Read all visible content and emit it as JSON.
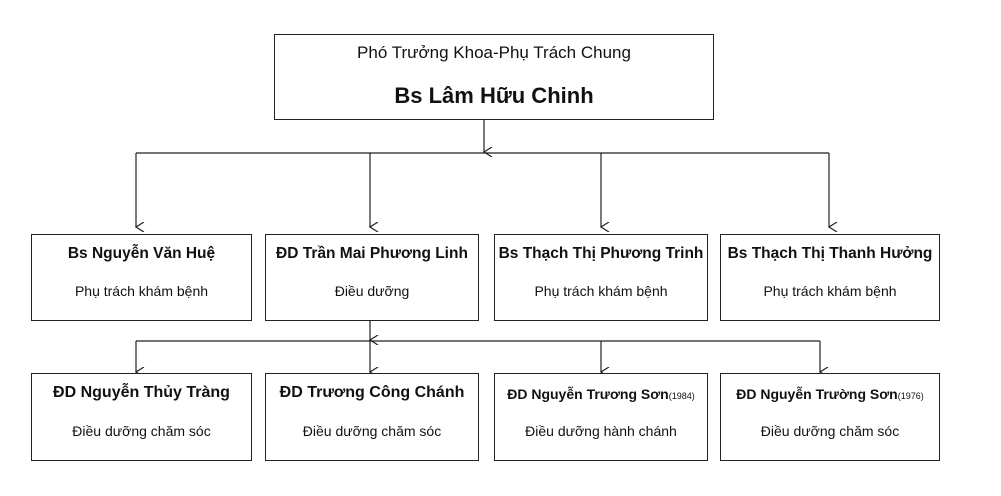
{
  "head": {
    "role": "Phó Trưởng Khoa-Phụ Trách Chung",
    "name": "Bs Lâm Hữu Chinh"
  },
  "level2": [
    {
      "name": "Bs Nguyễn Văn Huệ",
      "role": "Phụ trách khám bệnh"
    },
    {
      "name": "ĐD Trần Mai Phương Linh",
      "role": "Điều dưỡng"
    },
    {
      "name": "Bs Thạch Thị Phương Trinh",
      "role": "Phụ trách khám bệnh"
    },
    {
      "name": "Bs Thạch Thị Thanh Hưởng",
      "role": "Phụ trách khám bệnh"
    }
  ],
  "level3": [
    {
      "name": "ĐD Nguyễn Thủy Tràng",
      "suffix": "",
      "role": "Điều dưỡng chăm sóc"
    },
    {
      "name": "ĐD Trương Công Chánh",
      "suffix": "",
      "role": "Điều dưỡng chăm sóc"
    },
    {
      "name": "ĐD Nguyễn Trương Sơn",
      "suffix": "(1984)",
      "role": "Điều dưỡng hành chánh"
    },
    {
      "name": "ĐD Nguyễn Trường Sơn",
      "suffix": "(1976)",
      "role": "Điều dưỡng chăm sóc"
    }
  ]
}
